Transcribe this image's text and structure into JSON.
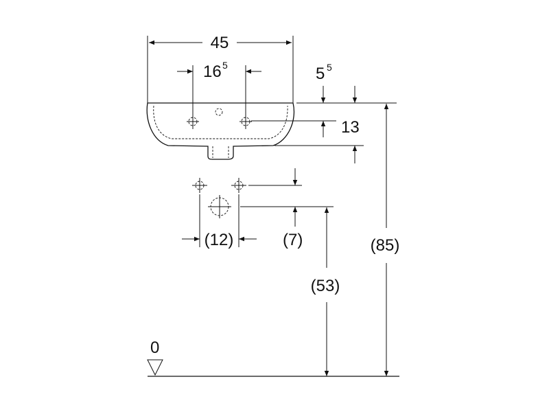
{
  "dimensions": {
    "width_label": "45",
    "tap_spacing": {
      "base": "16",
      "sup": "5"
    },
    "rim_offset": {
      "base": "5",
      "sup": "5"
    },
    "depth_label": "13",
    "waste_spacing_label": "(12)",
    "waste_offset_label": "(7)",
    "waste_height_label": "(53)",
    "total_height_label": "(85)",
    "floor_label": "0"
  }
}
